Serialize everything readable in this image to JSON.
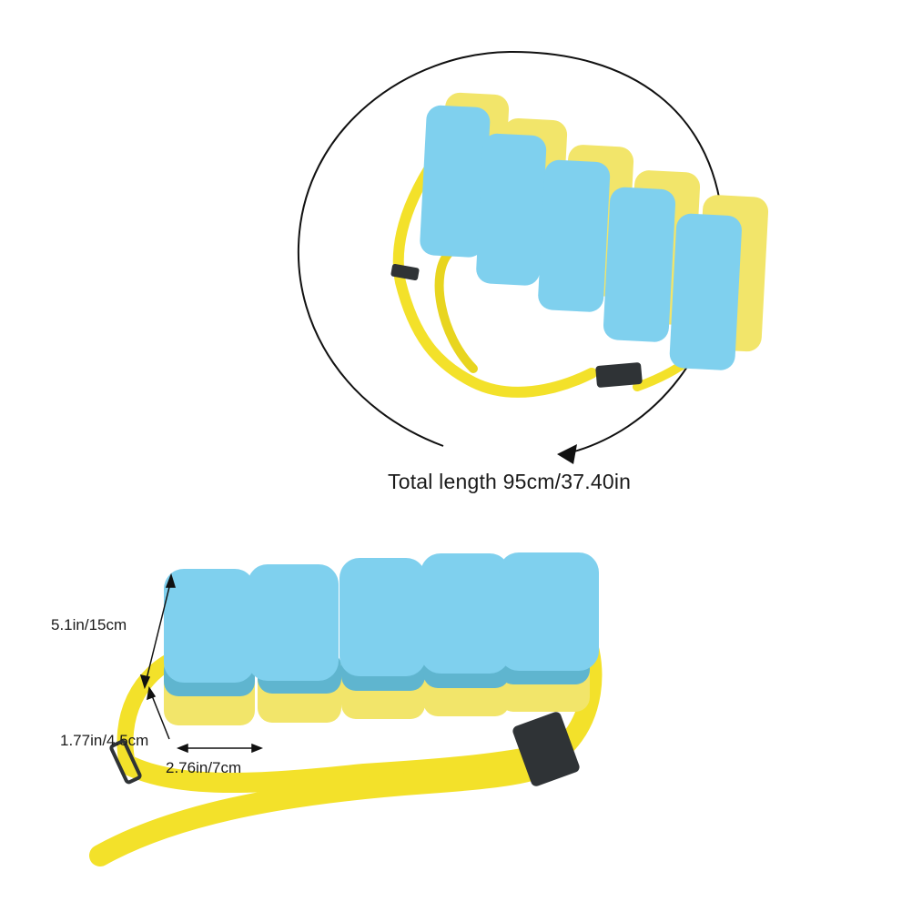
{
  "product": {
    "name": "swim float belt",
    "block_count": 5,
    "colors": {
      "foam_blue": "#7fd0ee",
      "foam_blue_side": "#5fb5cf",
      "foam_yellow": "#f2e56a",
      "strap_yellow": "#f3e12a",
      "buckle": "#2f3336",
      "annotation_line": "#111111"
    }
  },
  "top_view": {
    "total_length_label": "Total length 95cm/37.40in"
  },
  "bottom_view": {
    "height_label": "5.1in/15cm",
    "thickness_label": "1.77in/4.5cm",
    "width_label": "2.76in/7cm"
  }
}
